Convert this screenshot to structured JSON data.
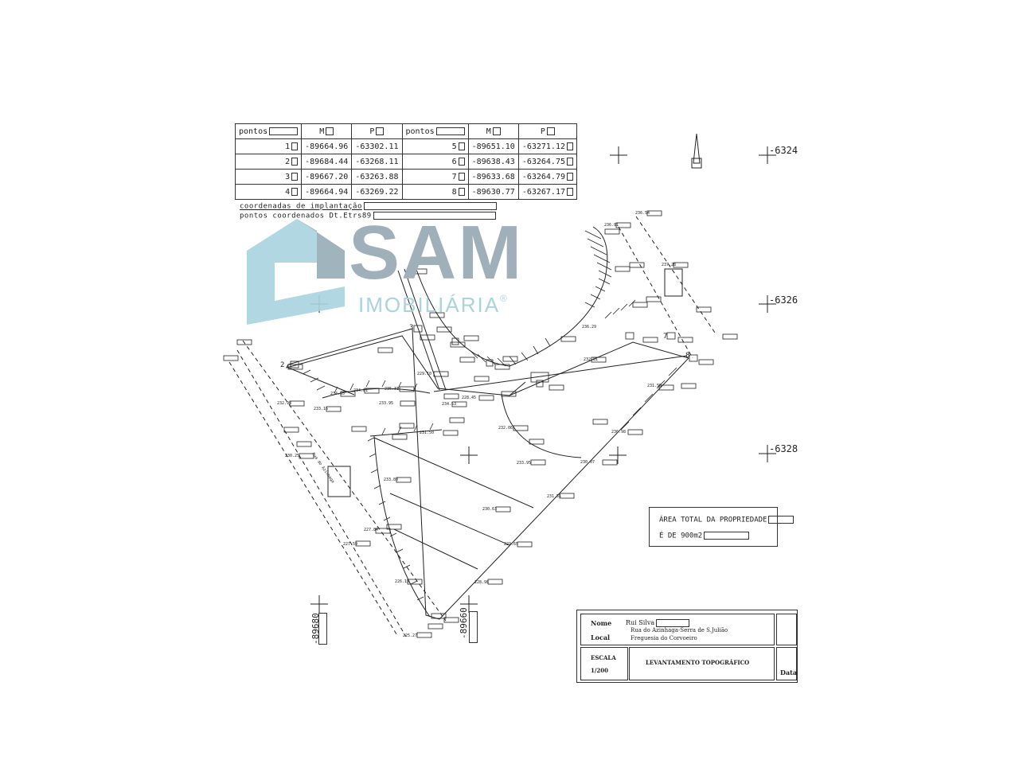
{
  "table": {
    "headers": [
      "pontos",
      "M",
      "P",
      "pontos",
      "M",
      "P"
    ],
    "rows": [
      {
        "p1": "1",
        "m1": "-89664.96",
        "pp1": "-63302.11",
        "p2": "5",
        "m2": "-89651.10",
        "pp2": "-63271.12"
      },
      {
        "p1": "2",
        "m1": "-89684.44",
        "pp1": "-63268.11",
        "p2": "6",
        "m2": "-89638.43",
        "pp2": "-63264.75"
      },
      {
        "p1": "3",
        "m1": "-89667.20",
        "pp1": "-63263.88",
        "p2": "7",
        "m2": "-89633.68",
        "pp2": "-63264.79"
      },
      {
        "p1": "4",
        "m1": "-89664.94",
        "pp1": "-63269.22",
        "p2": "8",
        "m2": "-89630.77",
        "pp2": "-63267.17"
      }
    ]
  },
  "notes": {
    "implantation": "coordenadas de implantação",
    "points": "pontos coordenados Dt.Etrs89"
  },
  "grid": {
    "p1": "-6324",
    "p2": "-6326",
    "p3": "-6328",
    "m1": "-89680",
    "m2": "-89660"
  },
  "logo": {
    "name": "SAM",
    "sub": "IMOBILIÁRIA",
    "reg": "®",
    "colors": {
      "main": "#9fb0ba",
      "light": "#a8d3df",
      "sub": "#a8d3df"
    }
  },
  "area": {
    "title": "ÁREA TOTAL DA PROPRIEDADE",
    "value": "É DE 900m2"
  },
  "title_block": {
    "nome_label": "Nome",
    "nome": "Rui Silva",
    "local_label": "Local",
    "local_1": "Rua do Azinhaga-Serra de S.Julião",
    "local_2": "Freguesia do Corvoeiro",
    "escala_label": "ESCALA",
    "escala": "1/200",
    "survey_title": "LEVANTAMENTO TOPOGRÁFICO",
    "data_label": "Data"
  },
  "point_numbers": [
    "1",
    "2",
    "3",
    "4",
    "5",
    "6",
    "7",
    "8"
  ],
  "elevations": [
    "236.54",
    "236.81",
    "237.28",
    "236.29",
    "234.53",
    "233.95",
    "231.51",
    "230.63",
    "229.65",
    "228.98",
    "227.59",
    "226.19",
    "225.27",
    "233.80",
    "232.81",
    "231.55",
    "230.07",
    "236.98",
    "235.31",
    "234.81",
    "234.65",
    "233.95",
    "233.16",
    "232.98",
    "232.06",
    "231.50",
    "230.25",
    "229.10",
    "228.45",
    "227.84"
  ],
  "road_label": "Rua do Azinhaga",
  "colors": {
    "ink": "#222222",
    "bg": "#ffffff"
  }
}
